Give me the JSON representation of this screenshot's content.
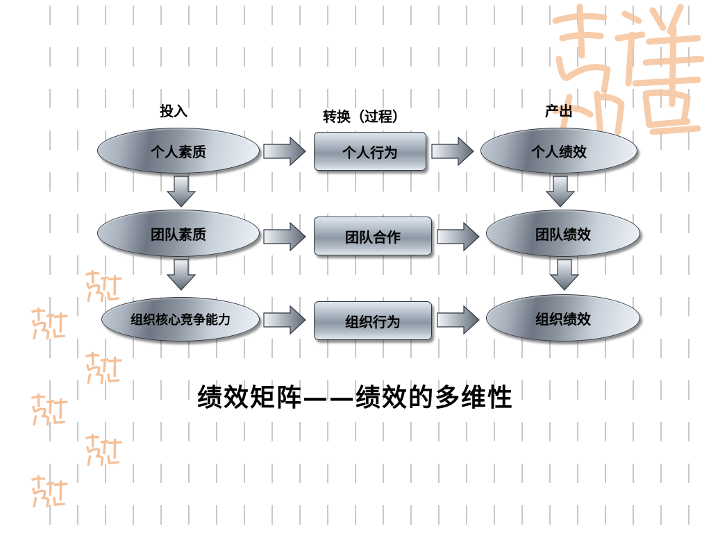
{
  "headers": {
    "input": "投入",
    "process": "转换（过程）",
    "output": "产出"
  },
  "rows": [
    {
      "input": "个人素质",
      "process": "个人行为",
      "output": "个人绩效"
    },
    {
      "input": "团队素质",
      "process": "团队合作",
      "output": "团队绩效"
    },
    {
      "input": "组织核心竞争能力",
      "process": "组织行为",
      "output": "组织绩效"
    }
  ],
  "footer_title": "绩效矩阵——绩效的多维性",
  "colors": {
    "stamp": "#f6c49c",
    "dash": "#c8c8c8",
    "node_dark": "#6d7682",
    "node_light": "#eef3f8"
  }
}
